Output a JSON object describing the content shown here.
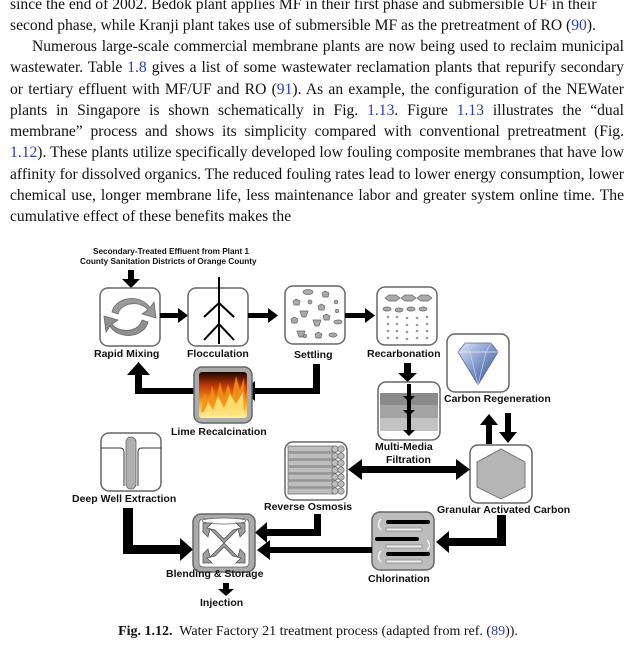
{
  "body_text": {
    "paragraph1": {
      "line1": "since the end of 2002. Bedok plant applies MF in their first phase and submersible UF in their",
      "line2_pre": "second phase, while Kranji plant takes use of submersible MF as the pretreatment of RO (",
      "line2_ref": "90",
      "line2_post": ")."
    },
    "paragraph2": {
      "seg1": "Numerous large-scale commercial membrane plants are now being used to reclaim municipal wastewater. Table ",
      "ref_table": "1.8",
      "seg2": " gives a list of some wastewater reclamation plants that repurify secondary or tertiary effluent with MF/UF and RO (",
      "ref_91": "91",
      "seg3": "). As an example, the configuration of the NEWater plants in Singapore is shown schematically in Fig. ",
      "ref_fig113a": "1.13",
      "seg4": ". Figure ",
      "ref_fig113b": "1.13",
      "seg5": " illustrates the “dual membrane” process and shows its simplicity compared with conventional pretreatment (Fig. ",
      "ref_fig112": "1.12",
      "seg6": "). These plants utilize specifically developed low fouling composite membranes that have low affinity for dissolved organics. The reduced fouling rates lead to lower energy consumption, lower chemical use, longer membrane life, less maintenance labor and greater system online time. The cumulative effect of these benefits makes the"
    }
  },
  "figure": {
    "source_line1": "Secondary-Treated Effluent from Plant 1",
    "source_line2": "County Sanitation Districts of Orange County",
    "stages": {
      "rapid_mixing": "Rapid Mixing",
      "flocculation": "Flocculation",
      "settling": "Settling",
      "recarbonation": "Recarbonation",
      "lime_recalcination": "Lime Recalcination",
      "carbon_regeneration": "Carbon Regeneration",
      "multi_media_1": "Multi-Media",
      "multi_media_2": "Filtration",
      "deep_well": "Deep Well Extraction",
      "reverse_osmosis": "Reverse Osmosis",
      "gac": "Granular Activated Carbon",
      "blending": "Blending & Storage",
      "chlorination": "Chlorination",
      "injection": "Injection"
    },
    "caption": {
      "label": "Fig. 1.12.",
      "text": "Water Factory 21 treatment process (adapted from ref. (",
      "ref": "89",
      "end": "))."
    }
  },
  "colors": {
    "link": "#2a3fa8",
    "arrow": "#000000",
    "box_border": "#555555"
  }
}
